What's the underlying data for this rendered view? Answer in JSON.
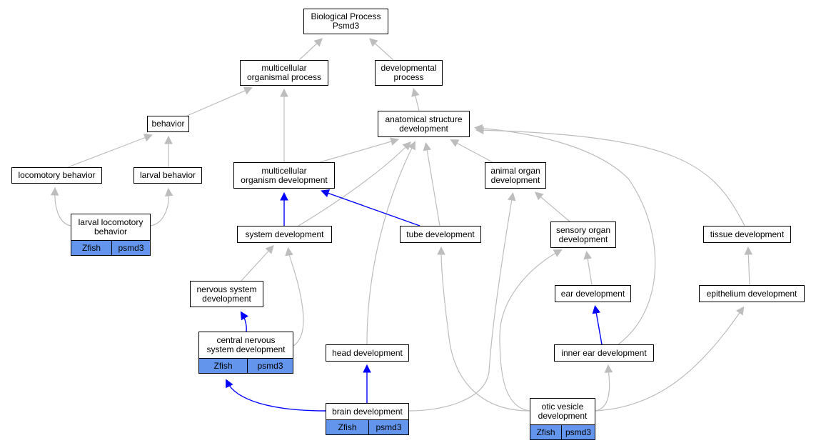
{
  "colors": {
    "is_a_edge": "#bdbdbd",
    "part_of_edge": "#0000ff",
    "annotation_fill": "#6495ed"
  },
  "nodes": {
    "root": {
      "label": "Biological Process\nPsmd3"
    },
    "multicellular_organismal_process": {
      "label": "multicellular\norganismal process"
    },
    "developmental_process": {
      "label": "developmental\nprocess"
    },
    "behavior": {
      "label": "behavior"
    },
    "anatomical_structure_development": {
      "label": "anatomical structure\ndevelopment"
    },
    "locomotory_behavior": {
      "label": "locomotory behavior"
    },
    "larval_behavior": {
      "label": "larval behavior"
    },
    "multicellular_organism_development": {
      "label": "multicellular\norganism development"
    },
    "animal_organ_development": {
      "label": "animal organ\ndevelopment"
    },
    "larval_locomotory_behavior": {
      "label": "larval locomotory\nbehavior",
      "species": "Zfish",
      "gene": "psmd3"
    },
    "system_development": {
      "label": "system development"
    },
    "tube_development": {
      "label": "tube development"
    },
    "sensory_organ_development": {
      "label": "sensory organ\ndevelopment"
    },
    "tissue_development": {
      "label": "tissue development"
    },
    "nervous_system_development": {
      "label": "nervous system\ndevelopment"
    },
    "ear_development": {
      "label": "ear development"
    },
    "epithelium_development": {
      "label": "epithelium development"
    },
    "central_nervous_system_development": {
      "label": "central nervous\nsystem development",
      "species": "Zfish",
      "gene": "psmd3"
    },
    "head_development": {
      "label": "head development"
    },
    "inner_ear_development": {
      "label": "inner ear development"
    },
    "brain_development": {
      "label": "brain development",
      "species": "Zfish",
      "gene": "psmd3"
    },
    "otic_vesicle_development": {
      "label": "otic vesicle\ndevelopment",
      "species": "Zfish",
      "gene": "psmd3"
    }
  },
  "edges": [
    {
      "from": "multicellular_organismal_process",
      "to": "root",
      "kind": "is_a"
    },
    {
      "from": "developmental_process",
      "to": "root",
      "kind": "is_a"
    },
    {
      "from": "behavior",
      "to": "multicellular_organismal_process",
      "kind": "is_a"
    },
    {
      "from": "anatomical_structure_development",
      "to": "developmental_process",
      "kind": "is_a"
    },
    {
      "from": "multicellular_organism_development",
      "to": "multicellular_organismal_process",
      "kind": "is_a"
    },
    {
      "from": "locomotory_behavior",
      "to": "behavior",
      "kind": "is_a"
    },
    {
      "from": "larval_behavior",
      "to": "behavior",
      "kind": "is_a"
    },
    {
      "from": "larval_locomotory_behavior",
      "to": "locomotory_behavior",
      "kind": "is_a"
    },
    {
      "from": "larval_locomotory_behavior",
      "to": "larval_behavior",
      "kind": "is_a"
    },
    {
      "from": "multicellular_organism_development",
      "to": "anatomical_structure_development",
      "kind": "is_a"
    },
    {
      "from": "system_development",
      "to": "anatomical_structure_development",
      "kind": "is_a"
    },
    {
      "from": "head_development",
      "to": "anatomical_structure_development",
      "kind": "is_a"
    },
    {
      "from": "tube_development",
      "to": "anatomical_structure_development",
      "kind": "is_a"
    },
    {
      "from": "animal_organ_development",
      "to": "anatomical_structure_development",
      "kind": "is_a"
    },
    {
      "from": "inner_ear_development",
      "to": "anatomical_structure_development",
      "kind": "is_a"
    },
    {
      "from": "tissue_development",
      "to": "anatomical_structure_development",
      "kind": "is_a"
    },
    {
      "from": "system_development",
      "to": "multicellular_organism_development",
      "kind": "part_of"
    },
    {
      "from": "tube_development",
      "to": "multicellular_organism_development",
      "kind": "part_of"
    },
    {
      "from": "sensory_organ_development",
      "to": "animal_organ_development",
      "kind": "is_a"
    },
    {
      "from": "nervous_system_development",
      "to": "system_development",
      "kind": "is_a"
    },
    {
      "from": "central_nervous_system_development",
      "to": "system_development",
      "kind": "is_a"
    },
    {
      "from": "central_nervous_system_development",
      "to": "nervous_system_development",
      "kind": "part_of"
    },
    {
      "from": "ear_development",
      "to": "sensory_organ_development",
      "kind": "is_a"
    },
    {
      "from": "epithelium_development",
      "to": "tissue_development",
      "kind": "is_a"
    },
    {
      "from": "inner_ear_development",
      "to": "ear_development",
      "kind": "part_of"
    },
    {
      "from": "brain_development",
      "to": "head_development",
      "kind": "part_of"
    },
    {
      "from": "brain_development",
      "to": "central_nervous_system_development",
      "kind": "part_of"
    },
    {
      "from": "brain_development",
      "to": "animal_organ_development",
      "kind": "is_a"
    },
    {
      "from": "otic_vesicle_development",
      "to": "tube_development",
      "kind": "is_a"
    },
    {
      "from": "otic_vesicle_development",
      "to": "sensory_organ_development",
      "kind": "is_a"
    },
    {
      "from": "otic_vesicle_development",
      "to": "inner_ear_development",
      "kind": "is_a"
    },
    {
      "from": "otic_vesicle_development",
      "to": "epithelium_development",
      "kind": "is_a"
    }
  ]
}
